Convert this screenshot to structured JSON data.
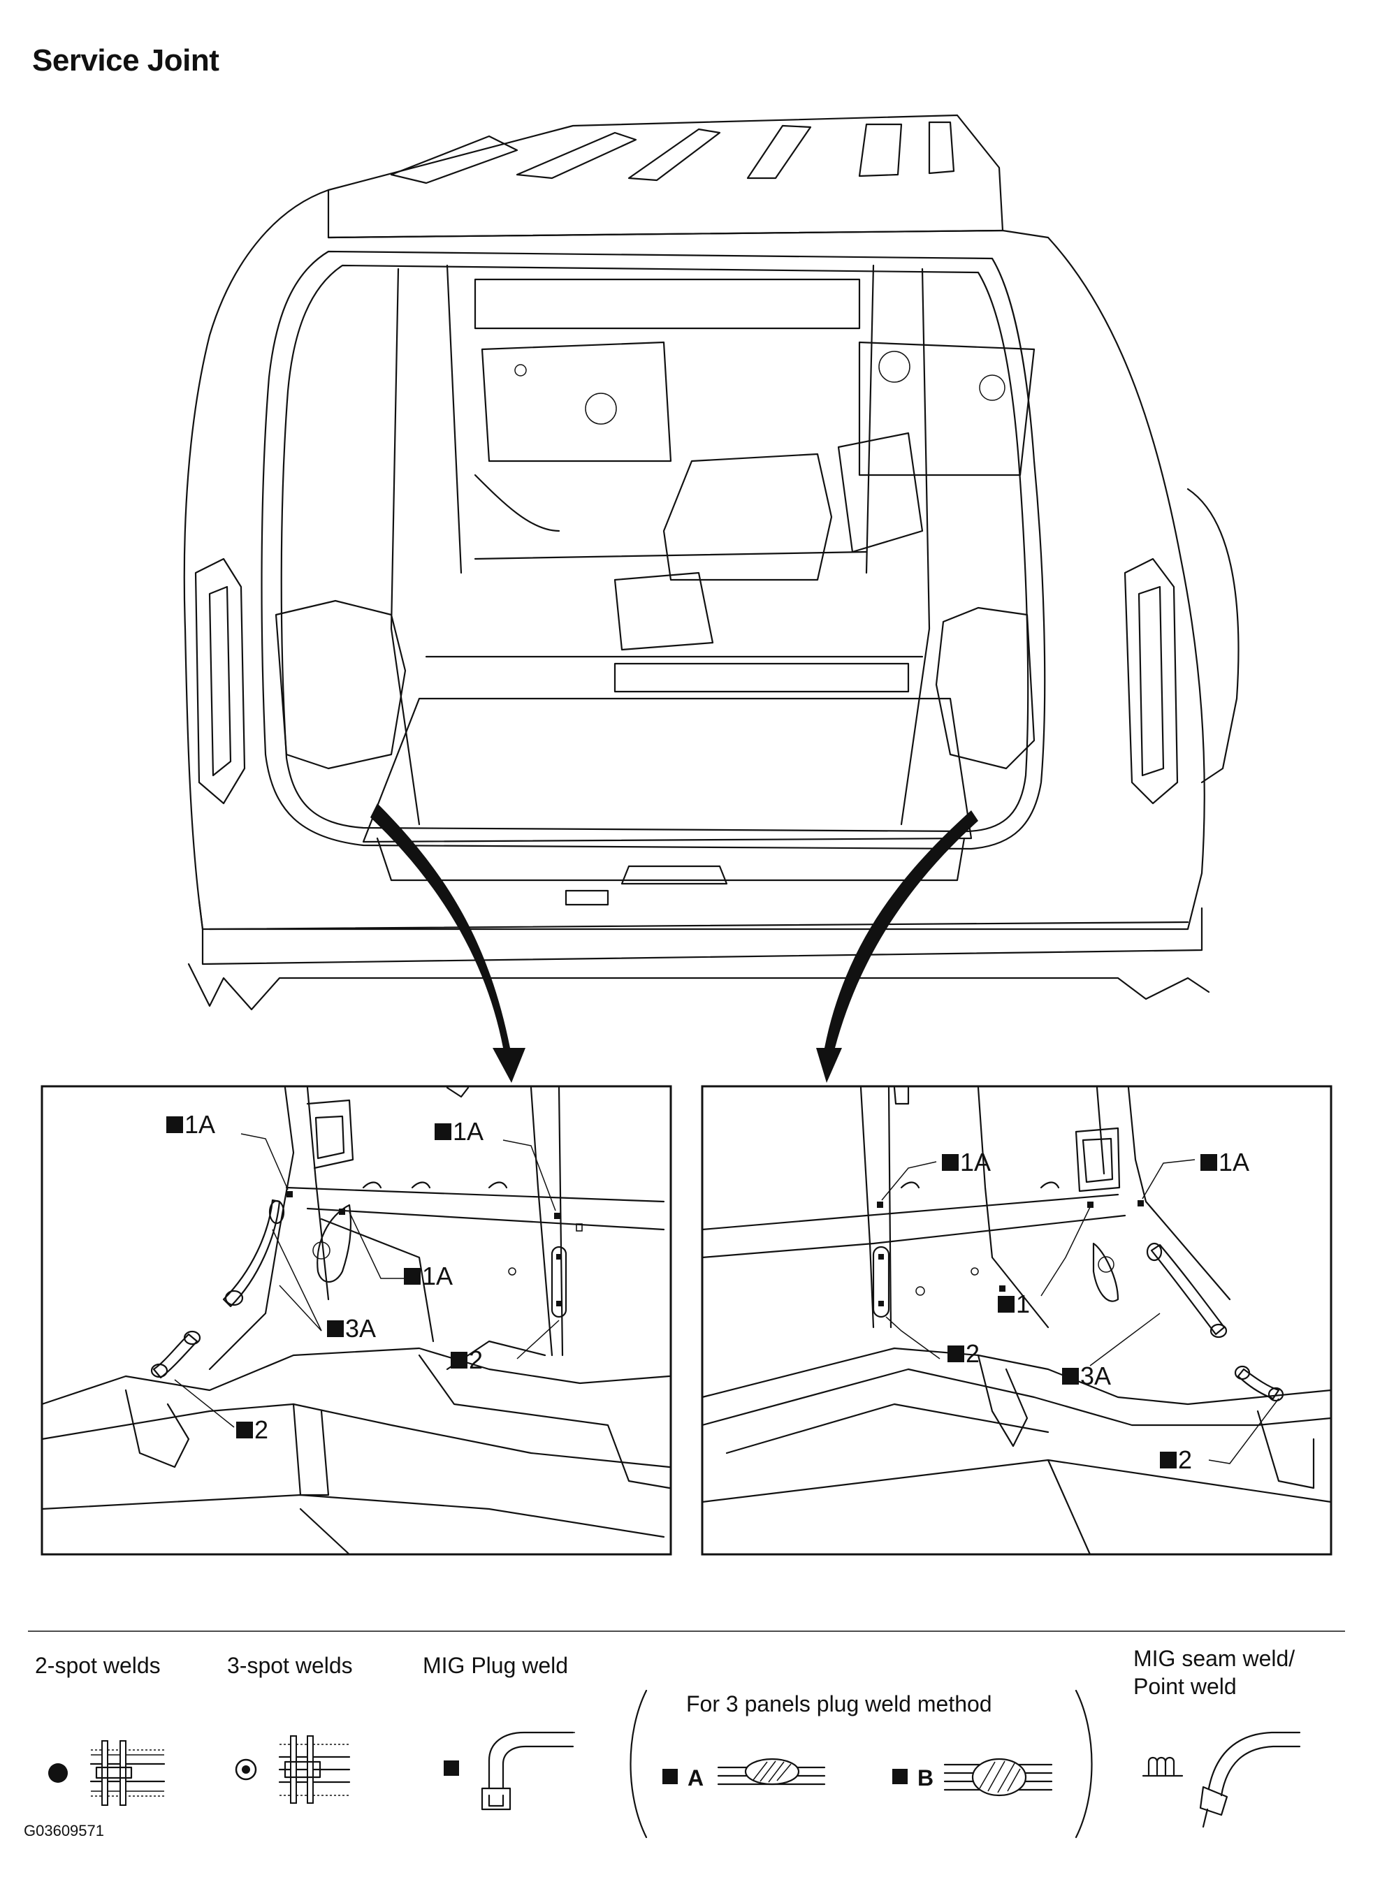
{
  "title": "Service Joint",
  "figure_code": "G03609571",
  "callouts": {
    "left": {
      "top_left": "1A",
      "top_right": "1A",
      "middle": "1A",
      "weld_3a": "3A",
      "plug_right": "2",
      "bottom": "2"
    },
    "right": {
      "top_left": "1A",
      "top_right": "1A",
      "middle": "1",
      "plug_left": "2",
      "weld_3a": "3A",
      "bottom": "2"
    }
  },
  "legend": {
    "two_spot": "2-spot welds",
    "three_spot": "3-spot welds",
    "mig_plug": "MIG Plug weld",
    "three_panel": "For 3 panels plug weld method",
    "method_a": "A",
    "method_b": "B",
    "mig_seam_line1": "MIG seam weld/",
    "mig_seam_line2": "Point weld"
  }
}
